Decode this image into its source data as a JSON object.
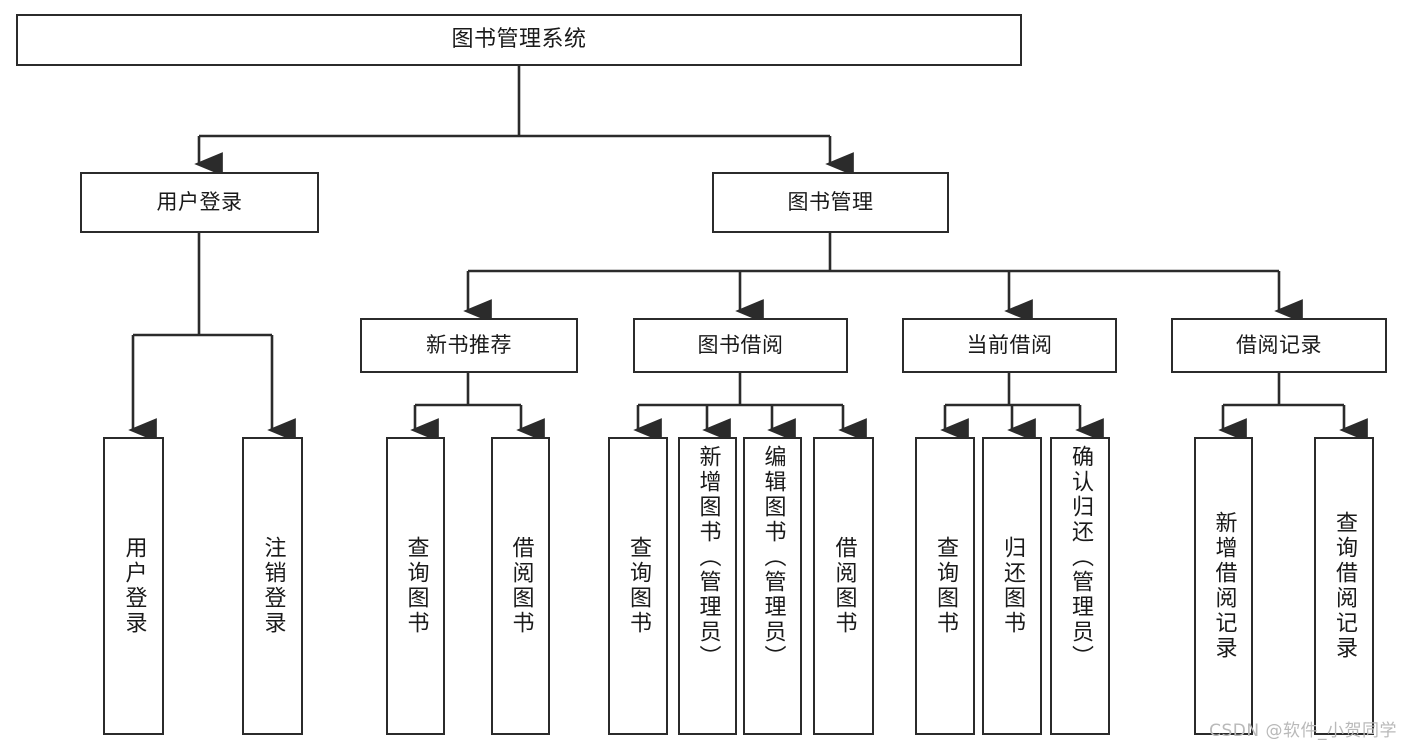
{
  "diagram": {
    "type": "tree-hierarchy",
    "title": "图书管理系统",
    "orientation": "top-down",
    "line_color": "#2b2b2b",
    "box_fill": "#ffffff",
    "text_color": "#1a1a1a"
  },
  "root": {
    "label": "图书管理系统"
  },
  "level1": [
    {
      "label": "用户登录"
    },
    {
      "label": "图书管理"
    }
  ],
  "level2": [
    {
      "label": "新书推荐"
    },
    {
      "label": "图书借阅"
    },
    {
      "label": "当前借阅"
    },
    {
      "label": "借阅记录"
    }
  ],
  "leaves": {
    "user_login": [
      {
        "label": "用户登录"
      },
      {
        "label": "注销登录"
      }
    ],
    "new_book_recommend": [
      {
        "label": "查询图书"
      },
      {
        "label": "借阅图书"
      }
    ],
    "book_borrow": [
      {
        "label": "查询图书"
      },
      {
        "label": "新增图书（管理员）"
      },
      {
        "label": "编辑图书（管理员）"
      },
      {
        "label": "借阅图书"
      }
    ],
    "current_borrow": [
      {
        "label": "查询图书"
      },
      {
        "label": "归还图书"
      },
      {
        "label": "确认归还（管理员）"
      }
    ],
    "borrow_record": [
      {
        "label": "新增借阅记录"
      },
      {
        "label": "查询借阅记录"
      }
    ]
  },
  "watermark": {
    "text": "CSDN @软件_小贺同学",
    "color": "#b9b9b9"
  }
}
